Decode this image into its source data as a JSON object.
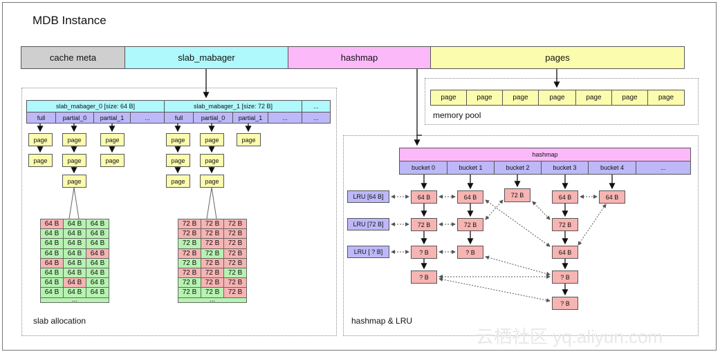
{
  "title": "MDB Instance",
  "top_bar": [
    "cache meta",
    "slab_mabager",
    "hashmap",
    "pages"
  ],
  "page_label": "page",
  "memory_pool_label": "memory pool",
  "slab_managers": [
    {
      "title": "slab_mabager_0 [size: 64 B]",
      "size": "64 B"
    },
    {
      "title": "slab_mabager_1 [size: 72 B]",
      "size": "72 B"
    }
  ],
  "ellipsis": "...",
  "slab_lists": [
    "full",
    "partial_0",
    "partial_1",
    "..."
  ],
  "slab_allocation_label": "slab allocation",
  "hashmap_label": "hashmap",
  "buckets": [
    "bucket 0",
    "bucket 1",
    "bucket 2",
    "bucket 3",
    "bucket 4",
    "..."
  ],
  "lru": [
    "LRU [64 B]",
    "LRU [72 B]",
    "LRU [ ? B]"
  ],
  "item_labels": [
    "64 B",
    "72 B",
    "? B"
  ],
  "hashmap_lru_label": "hashmap & LRU",
  "watermark": "云栖社区 yq.aliyun.com",
  "slab_grid_64": [
    [
      "red",
      "grn",
      "grn"
    ],
    [
      "grn",
      "grn",
      "grn"
    ],
    [
      "grn",
      "grn",
      "grn"
    ],
    [
      "grn",
      "grn",
      "red"
    ],
    [
      "red",
      "grn",
      "grn"
    ],
    [
      "grn",
      "grn",
      "grn"
    ],
    [
      "grn",
      "red",
      "grn"
    ],
    [
      "grn",
      "grn",
      "grn"
    ]
  ],
  "slab_grid_72": [
    [
      "red",
      "red",
      "red"
    ],
    [
      "red",
      "red",
      "red"
    ],
    [
      "grn",
      "red",
      "red"
    ],
    [
      "red",
      "grn",
      "red"
    ],
    [
      "grn",
      "red",
      "red"
    ],
    [
      "red",
      "red",
      "grn"
    ],
    [
      "grn",
      "red",
      "red"
    ],
    [
      "grn",
      "grn",
      "red"
    ]
  ],
  "colors": {
    "red": "#f6b4b3",
    "green": "#b6f3b1"
  }
}
